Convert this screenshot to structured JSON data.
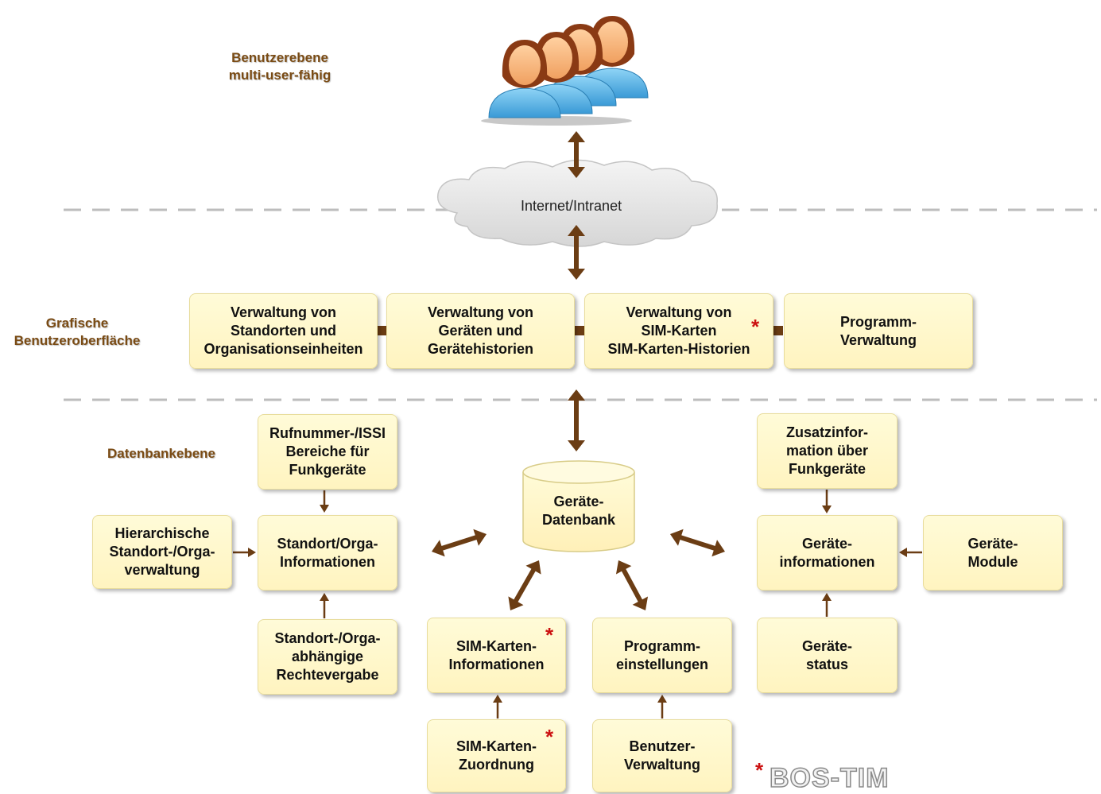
{
  "levels": {
    "user": "Benutzerebene\nmulti-user-fähig",
    "gui": "Grafische\nBenutzeroberfläche",
    "db": "Datenbankebene"
  },
  "cloud": {
    "label": "Internet/Intranet"
  },
  "gui_boxes": [
    "Verwaltung von\nStandorten und\nOrganisationseinheiten",
    "Verwaltung von\nGeräten und\nGerätehistorien",
    "Verwaltung von\nSIM-Karten\nSIM-Karten-Historien",
    "Programm-\nVerwaltung"
  ],
  "database": {
    "label": "Geräte-\nDatenbank"
  },
  "db_boxes": {
    "rufnummer": "Rufnummer-/ISSI\nBereiche für\nFunkgeräte",
    "hierarchische": "Hierarchische\nStandort-/Orga-\nverwaltung",
    "standort_info": "Standort/Orga-\nInformationen",
    "rechtevergabe": "Standort-/Orga-\nabhängige\nRechtevergabe",
    "sim_info": "SIM-Karten-\nInformationen",
    "sim_zuordnung": "SIM-Karten-\nZuordnung",
    "programmeinstellungen": "Programm-\neinstellungen",
    "benutzerverwaltung": "Benutzer-\nVerwaltung",
    "zusatzinfo": "Zusatzinfor-\nmation über\nFunkgeräte",
    "geraeteinfo": "Geräte-\ninformationen",
    "geraetemodule": "Geräte-\nModule",
    "geraetestatus": "Geräte-\nstatus"
  },
  "marker": "*",
  "brand": "BOS-TIM",
  "colors": {
    "arrow": "#6b3d14",
    "box_fill": "#fff7cc",
    "label": "#7a4b14",
    "star": "#cc1111",
    "divider": "#bdbdbd",
    "person_shirt": "#5eb6e8",
    "person_hair": "#8a3a14"
  },
  "icons": [
    "users-group-icon",
    "cloud-icon",
    "database-icon"
  ]
}
